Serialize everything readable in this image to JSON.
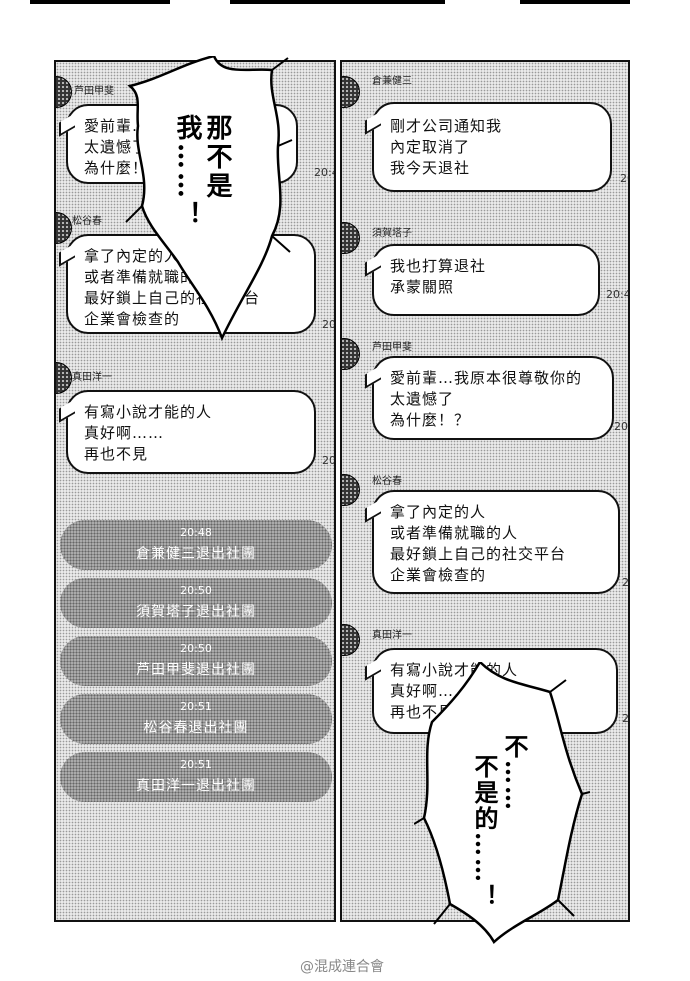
{
  "left_panel": {
    "messages": [
      {
        "name": "芦田甲斐",
        "lines": [
          "愛前輩…我原本很尊敬你的",
          "太遺憾了",
          "為什麼！？"
        ],
        "time": "20:4"
      },
      {
        "name": "松谷春",
        "lines": [
          "拿了內定的人",
          "或者準備就職的人",
          "最好鎖上自己的社交平台",
          "企業會檢查的"
        ],
        "time": "20"
      },
      {
        "name": "真田洋一",
        "lines": [
          "有寫小說才能的人",
          "真好啊……",
          "再也不見"
        ],
        "time": "20"
      }
    ],
    "system_events": [
      {
        "time": "20:48",
        "text": "倉兼健三退出社團"
      },
      {
        "time": "20:50",
        "text": "須賀塔子退出社團"
      },
      {
        "time": "20:50",
        "text": "芦田甲斐退出社團"
      },
      {
        "time": "20:51",
        "text": "松谷春退出社團"
      },
      {
        "time": "20:51",
        "text": "真田洋一退出社團"
      }
    ],
    "shout": "那不是我……！"
  },
  "right_panel": {
    "messages": [
      {
        "name": "倉兼健三",
        "lines": [
          "剛才公司通知我",
          "內定取消了",
          "我今天退社"
        ],
        "time": "20"
      },
      {
        "name": "須賀塔子",
        "lines": [
          "我也打算退社",
          "承蒙關照"
        ],
        "time": "20:4"
      },
      {
        "name": "芦田甲斐",
        "lines": [
          "愛前輩…我原本很尊敬你的",
          "太遺憾了",
          "為什麼！？"
        ],
        "time": "20"
      },
      {
        "name": "松谷春",
        "lines": [
          "拿了內定的人",
          "或者準備就職的人",
          "最好鎖上自己的社交平台",
          "企業會檢查的"
        ],
        "time": "2"
      },
      {
        "name": "真田洋一",
        "lines": [
          "有寫小說才能的人",
          "真好啊……",
          "再也不見"
        ],
        "time": "2"
      }
    ],
    "shout_col1": "不……",
    "shout_col2": "不是的……！"
  },
  "watermark": "@混成連合會"
}
